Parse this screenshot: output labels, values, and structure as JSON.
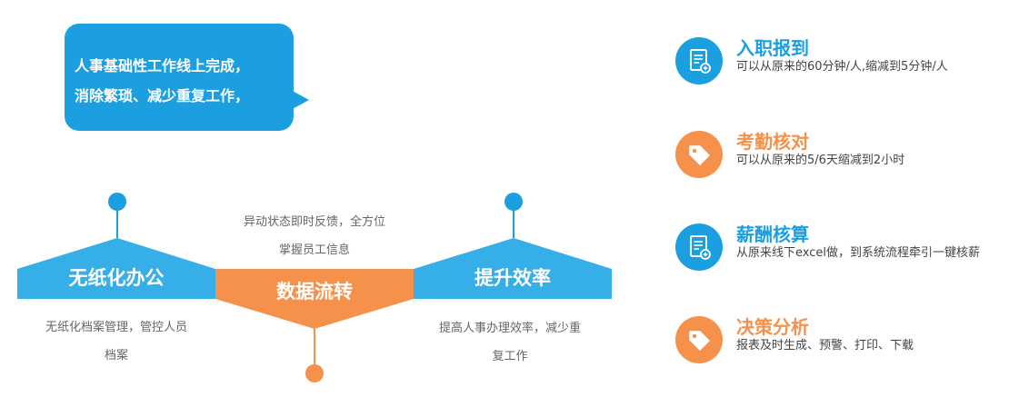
{
  "bubble": {
    "line1": "人事基础性工作线上完成，",
    "line2": "消除繁琐、减少重复工作，"
  },
  "diagram": {
    "left": {
      "label": "无纸化办公",
      "desc_line1": "无纸化档案管理，管控人员",
      "desc_line2": "档案"
    },
    "center": {
      "label": "数据流转",
      "desc_line1": "异动状态即时反馈，全方位",
      "desc_line2": "掌握员工信息"
    },
    "right": {
      "label": "提升效率",
      "desc_line1": "提高人事办理效率，减少重",
      "desc_line2": "复工作"
    },
    "colors": {
      "blue": "#36aee8",
      "orange": "#f5914b",
      "dark_blue": "#1c9fe0"
    }
  },
  "features": [
    {
      "title": "入职报到",
      "desc": "可以从原来的60分钟/人,缩减到5分钟/人",
      "icon": "document-icon",
      "color": "#1c9fe0"
    },
    {
      "title": "考勤核对",
      "desc": "可以从原来的5/6天缩减到2小时",
      "icon": "tag-icon",
      "color": "#f5914b"
    },
    {
      "title": "薪酬核算",
      "desc": "从原来线下excel做，到系统流程牵引一键核薪",
      "icon": "document-icon",
      "color": "#1c9fe0"
    },
    {
      "title": "决策分析",
      "desc": "报表及时生成、预警、打印、下载",
      "icon": "tag-icon",
      "color": "#f5914b"
    }
  ]
}
